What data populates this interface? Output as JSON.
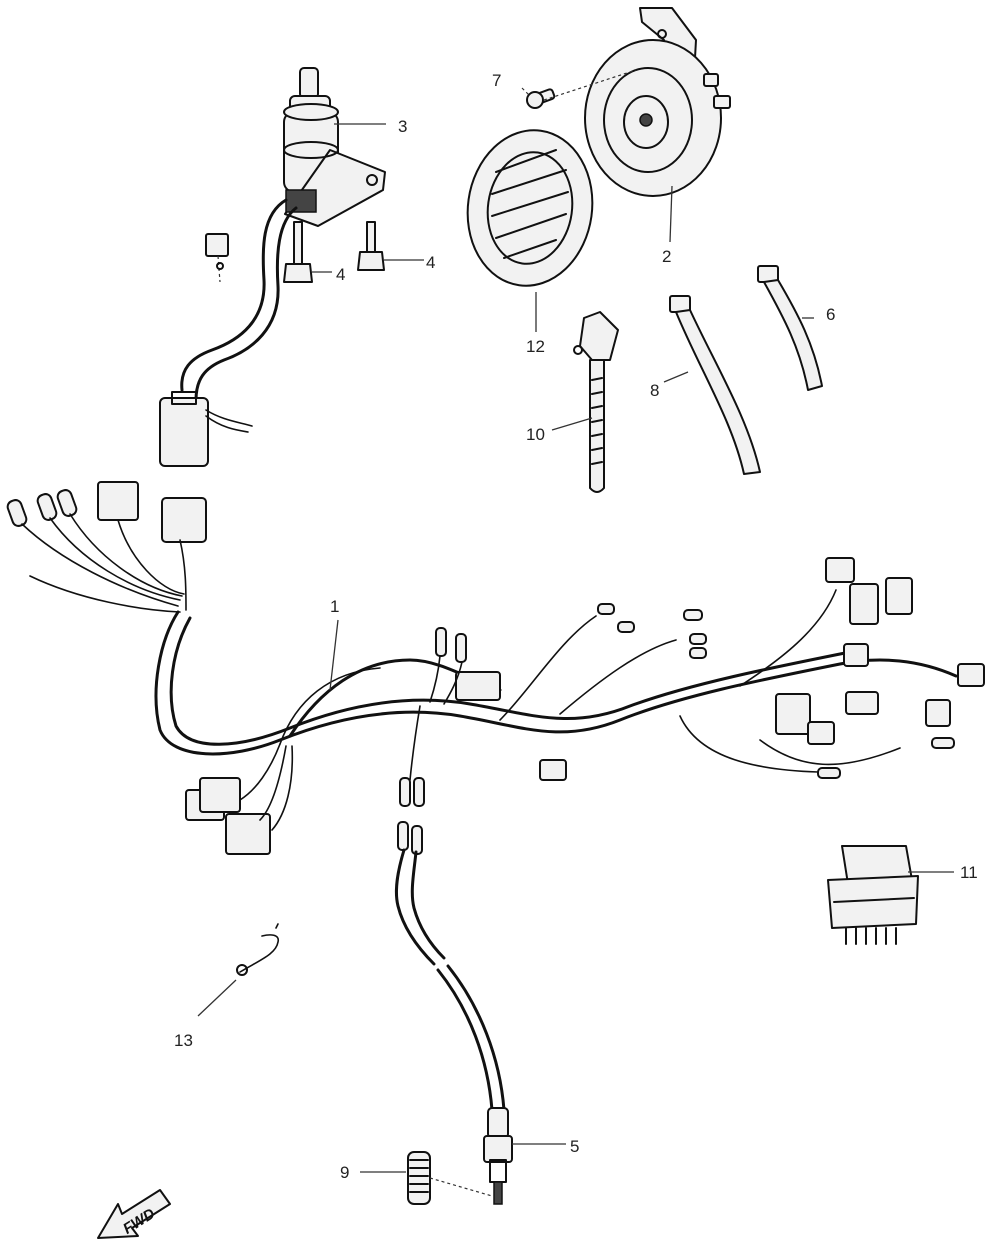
{
  "callouts": {
    "c1": "1",
    "c2": "2",
    "c3": "3",
    "c4a": "4",
    "c4b": "4",
    "c5": "5",
    "c6": "6",
    "c7": "7",
    "c8": "8",
    "c9": "9",
    "c10": "10",
    "c11": "11",
    "c12": "12",
    "c13": "13"
  },
  "direction_label": "FWD"
}
